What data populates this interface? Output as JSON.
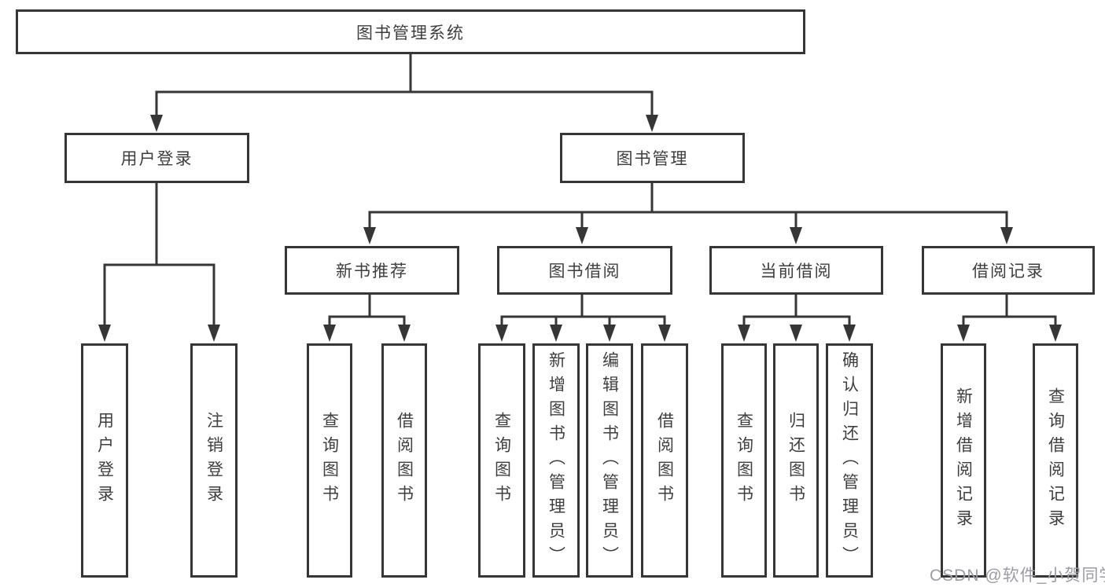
{
  "tree": {
    "label": "图书管理系统",
    "children": [
      {
        "label": "用户登录",
        "children": [
          {
            "label": "用户登录"
          },
          {
            "label": "注销登录"
          }
        ]
      },
      {
        "label": "图书管理",
        "children": [
          {
            "label": "新书推荐",
            "children": [
              {
                "label": "查询图书"
              },
              {
                "label": "借阅图书"
              }
            ]
          },
          {
            "label": "图书借阅",
            "children": [
              {
                "label": "查询图书"
              },
              {
                "label": "新增图书（管理员）"
              },
              {
                "label": "编辑图书（管理员）"
              },
              {
                "label": "借阅图书"
              }
            ]
          },
          {
            "label": "当前借阅",
            "children": [
              {
                "label": "查询图书"
              },
              {
                "label": "归还图书"
              },
              {
                "label": "确认归还（管理员）"
              }
            ]
          },
          {
            "label": "借阅记录",
            "children": [
              {
                "label": "新增借阅记录"
              },
              {
                "label": "查询借阅记录"
              }
            ]
          }
        ]
      }
    ]
  },
  "watermark": {
    "text": "CSDN @软件_小贺同学"
  },
  "colors": {
    "line": "#363636",
    "node_border": "#363636",
    "text": "#3e3e3e",
    "background": "#ffffff",
    "watermark": "#9c9ca4"
  }
}
